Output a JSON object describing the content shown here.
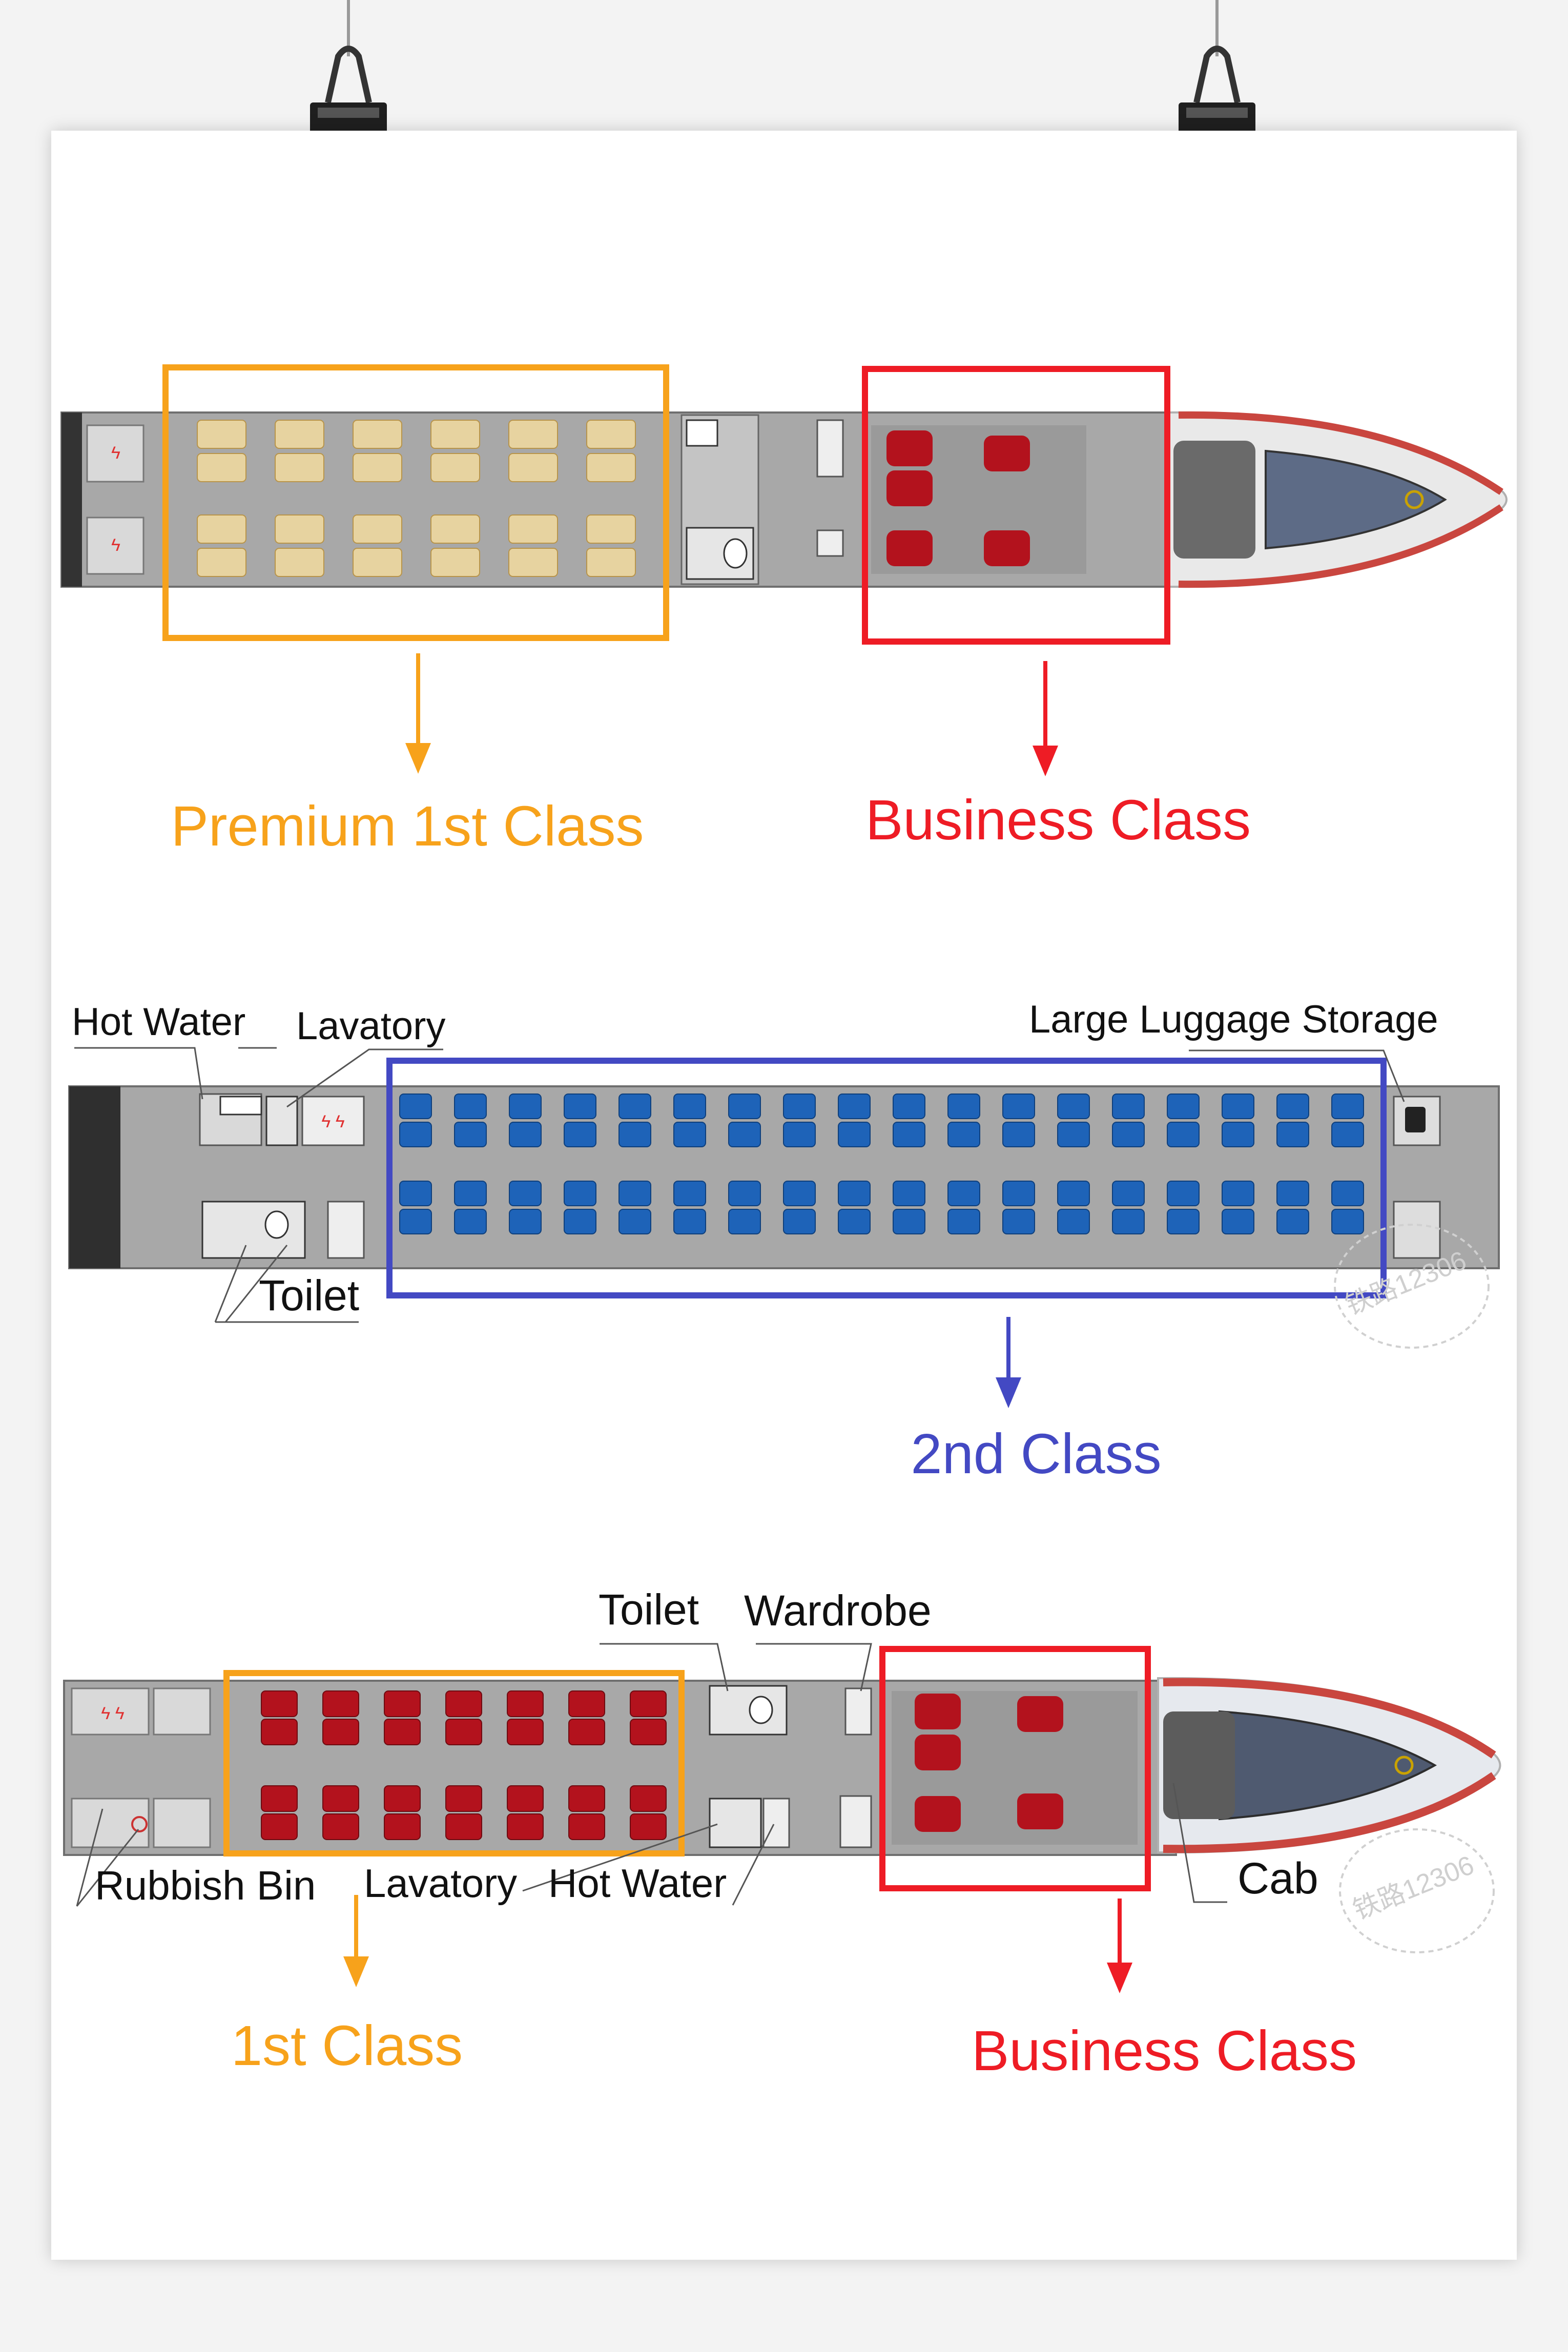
{
  "colors": {
    "orange": "#f7a21b",
    "red": "#ee1c25",
    "blue": "#4349c3",
    "car_gray": "#a8a8a8",
    "seat_gold": "#e7d3a0",
    "seat_blue": "#1e63b8",
    "seat_red": "#b3121d",
    "nose_red": "#c9463f"
  },
  "top_train": {
    "premium_label": "Premium 1st Class",
    "business_label": "Business Class"
  },
  "middle_train": {
    "hot_water_label": "Hot Water",
    "lavatory_label": "Lavatory",
    "luggage_label": "Large Luggage Storage",
    "toilet_label": "Toilet",
    "second_class_label": "2nd Class"
  },
  "bottom_train": {
    "toilet_label": "Toilet",
    "wardrobe_label": "Wardrobe",
    "rubbish_label": "Rubbish Bin",
    "lavatory_label": "Lavatory",
    "hot_water_label": "Hot Water",
    "cab_label": "Cab",
    "first_class_label": "1st Class",
    "business_label": "Business Class"
  },
  "watermark": "铁路12306"
}
